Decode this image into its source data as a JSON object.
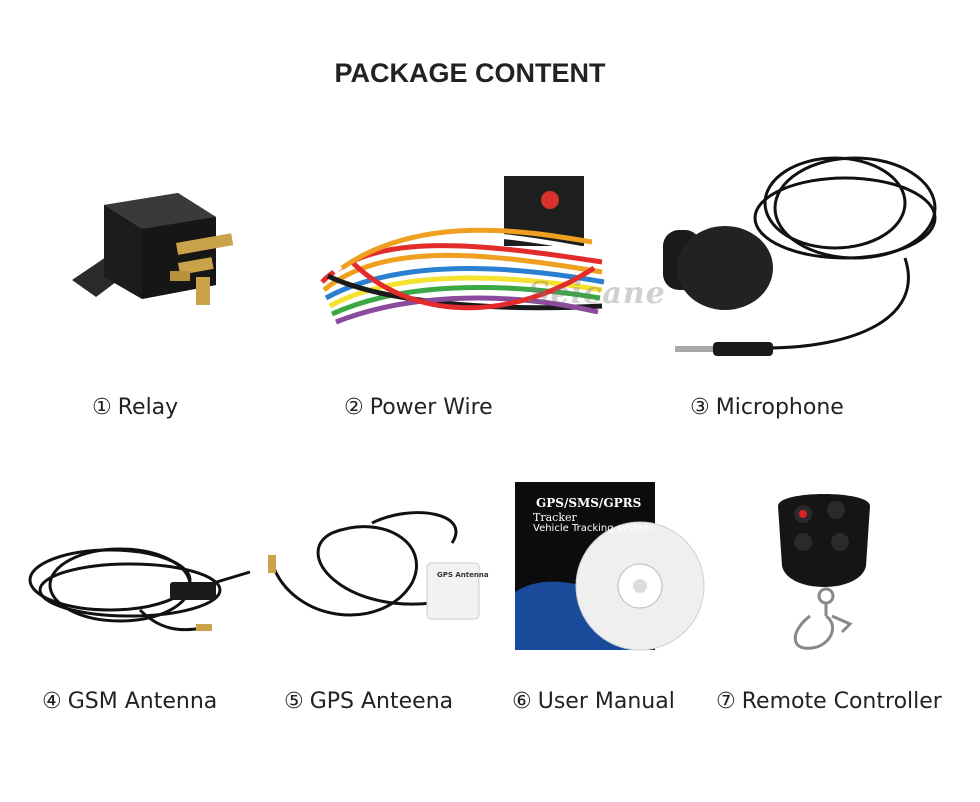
{
  "title": "PACKAGE CONTENT",
  "watermark": "Seicane",
  "items": [
    {
      "num": "①",
      "label": "Relay"
    },
    {
      "num": "②",
      "label": "Power Wire"
    },
    {
      "num": "③",
      "label": "Microphone"
    },
    {
      "num": "④",
      "label": "GSM Antenna"
    },
    {
      "num": "⑤",
      "label": "GPS Anteena"
    },
    {
      "num": "⑥",
      "label": "User Manual"
    },
    {
      "num": "⑦",
      "label": "Remote Controller"
    }
  ],
  "manual": {
    "title": "GPS/SMS/GPRS",
    "line1": "Tracker",
    "line2": "Vehicle Tracking system"
  },
  "gps_label": "GPS Antenna",
  "colors": {
    "text": "#222222",
    "background": "#ffffff"
  }
}
